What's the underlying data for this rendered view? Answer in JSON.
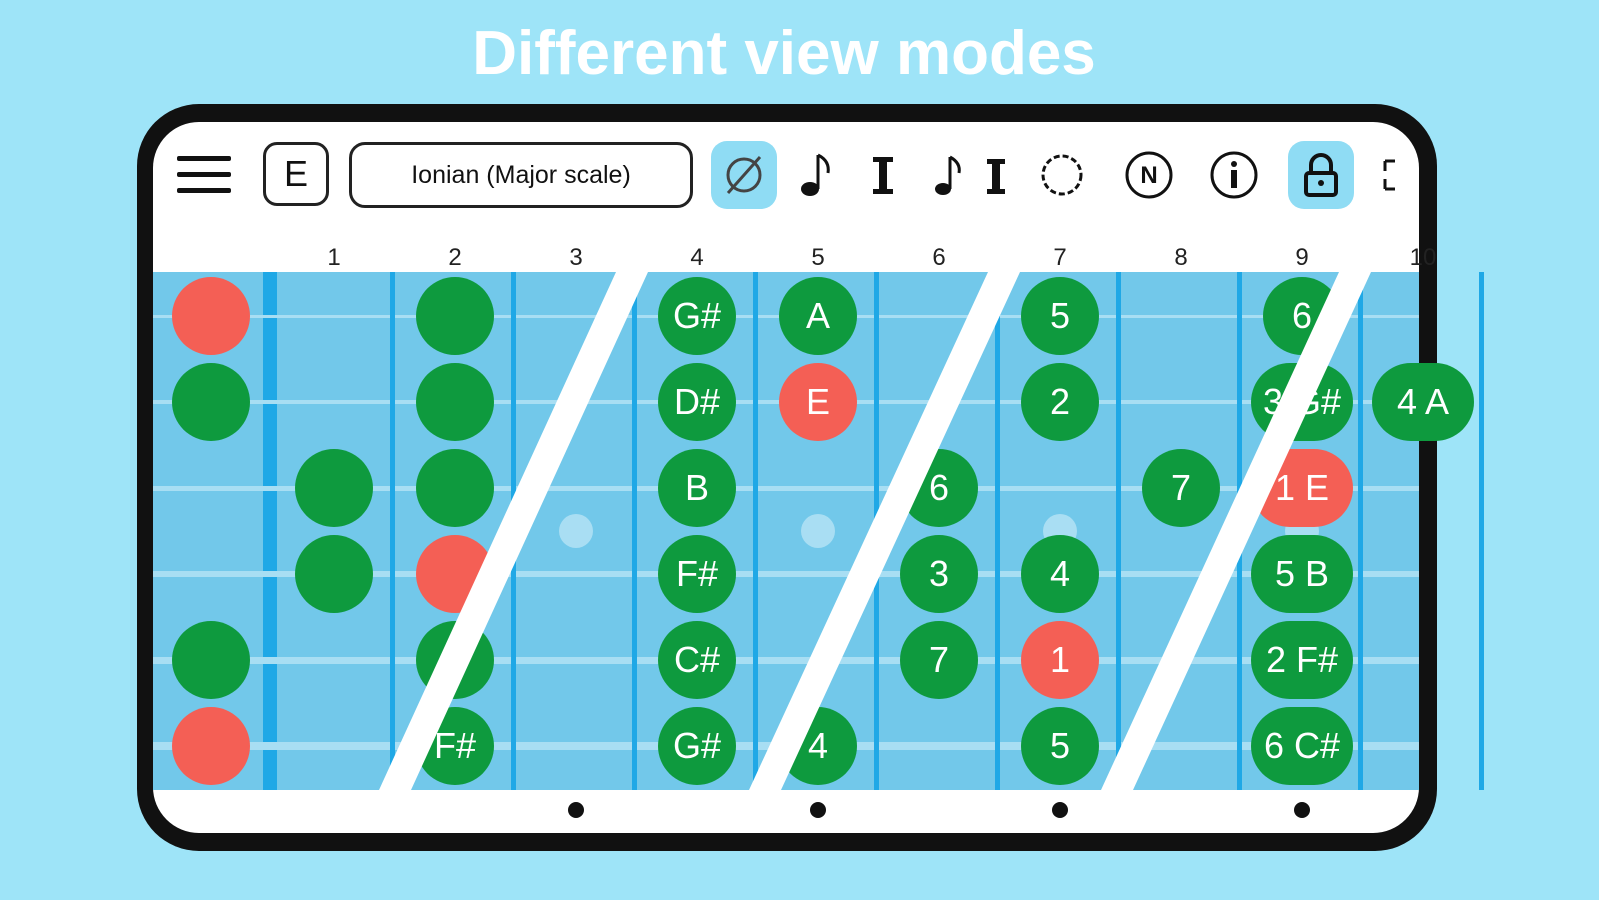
{
  "headline": "Different view modes",
  "toolbar": {
    "menu_icon": "hamburger-menu-icon",
    "key": "E",
    "scale": "Ionian (Major scale)",
    "tools": [
      {
        "icon": "no-labels-icon",
        "active": true
      },
      {
        "icon": "note-names-icon",
        "active": false
      },
      {
        "icon": "intervals-icon",
        "active": false
      },
      {
        "icon": "notes-and-intervals-icon",
        "active": false
      },
      {
        "icon": "circle-icon",
        "active": false
      },
      {
        "icon": "n-circle-icon",
        "active": false
      },
      {
        "icon": "info-icon",
        "active": false
      },
      {
        "icon": "lock-icon",
        "active": true
      },
      {
        "icon": "fullscreen-icon",
        "active": false
      }
    ]
  },
  "fret_numbers": [
    "1",
    "2",
    "3",
    "4",
    "5",
    "6",
    "7",
    "8",
    "9",
    "10"
  ],
  "colors": {
    "root": "#f45f55",
    "scale_note": "#0e9a3e",
    "board": "#72c8ea",
    "fret": "#1fa8e6",
    "active_tool": "#8fdcf4"
  },
  "notes": [
    {
      "fret": 0,
      "string": 1,
      "label": "",
      "type": "root"
    },
    {
      "fret": 0,
      "string": 2,
      "label": "",
      "type": "scale"
    },
    {
      "fret": 0,
      "string": 5,
      "label": "",
      "type": "scale"
    },
    {
      "fret": 0,
      "string": 6,
      "label": "",
      "type": "root"
    },
    {
      "fret": 1,
      "string": 3,
      "label": "",
      "type": "scale"
    },
    {
      "fret": 1,
      "string": 4,
      "label": "",
      "type": "scale"
    },
    {
      "fret": 2,
      "string": 1,
      "label": "",
      "type": "scale"
    },
    {
      "fret": 2,
      "string": 2,
      "label": "",
      "type": "scale"
    },
    {
      "fret": 2,
      "string": 3,
      "label": "",
      "type": "scale"
    },
    {
      "fret": 2,
      "string": 4,
      "label": "",
      "type": "root"
    },
    {
      "fret": 2,
      "string": 5,
      "label": "",
      "type": "scale"
    },
    {
      "fret": 2,
      "string": 6,
      "label": "F#",
      "type": "scale"
    },
    {
      "fret": 4,
      "string": 1,
      "label": "G#",
      "type": "scale"
    },
    {
      "fret": 4,
      "string": 2,
      "label": "D#",
      "type": "scale"
    },
    {
      "fret": 4,
      "string": 3,
      "label": "B",
      "type": "scale"
    },
    {
      "fret": 4,
      "string": 4,
      "label": "F#",
      "type": "scale"
    },
    {
      "fret": 4,
      "string": 5,
      "label": "C#",
      "type": "scale"
    },
    {
      "fret": 4,
      "string": 6,
      "label": "G#",
      "type": "scale"
    },
    {
      "fret": 5,
      "string": 1,
      "label": "A",
      "type": "scale"
    },
    {
      "fret": 5,
      "string": 2,
      "label": "E",
      "type": "root"
    },
    {
      "fret": 5,
      "string": 6,
      "label": "4",
      "type": "scale"
    },
    {
      "fret": 6,
      "string": 3,
      "label": "6",
      "type": "scale"
    },
    {
      "fret": 6,
      "string": 4,
      "label": "3",
      "type": "scale"
    },
    {
      "fret": 6,
      "string": 5,
      "label": "7",
      "type": "scale"
    },
    {
      "fret": 7,
      "string": 1,
      "label": "5",
      "type": "scale"
    },
    {
      "fret": 7,
      "string": 2,
      "label": "2",
      "type": "scale"
    },
    {
      "fret": 7,
      "string": 4,
      "label": "4",
      "type": "scale"
    },
    {
      "fret": 7,
      "string": 5,
      "label": "1",
      "type": "root"
    },
    {
      "fret": 7,
      "string": 6,
      "label": "5",
      "type": "scale"
    },
    {
      "fret": 8,
      "string": 3,
      "label": "7",
      "type": "scale"
    },
    {
      "fret": 9,
      "string": 1,
      "label": "6",
      "type": "scale"
    },
    {
      "fret": 9,
      "string": 2,
      "label": "3 G#",
      "type": "scale"
    },
    {
      "fret": 9,
      "string": 3,
      "label": "1 E",
      "type": "root"
    },
    {
      "fret": 9,
      "string": 4,
      "label": "5 B",
      "type": "scale"
    },
    {
      "fret": 9,
      "string": 5,
      "label": "2 F#",
      "type": "scale"
    },
    {
      "fret": 9,
      "string": 6,
      "label": "6 C#",
      "type": "scale"
    },
    {
      "fret": 10,
      "string": 2,
      "label": "4 A",
      "type": "scale"
    }
  ],
  "inlay_frets": [
    3,
    5,
    7,
    9
  ]
}
